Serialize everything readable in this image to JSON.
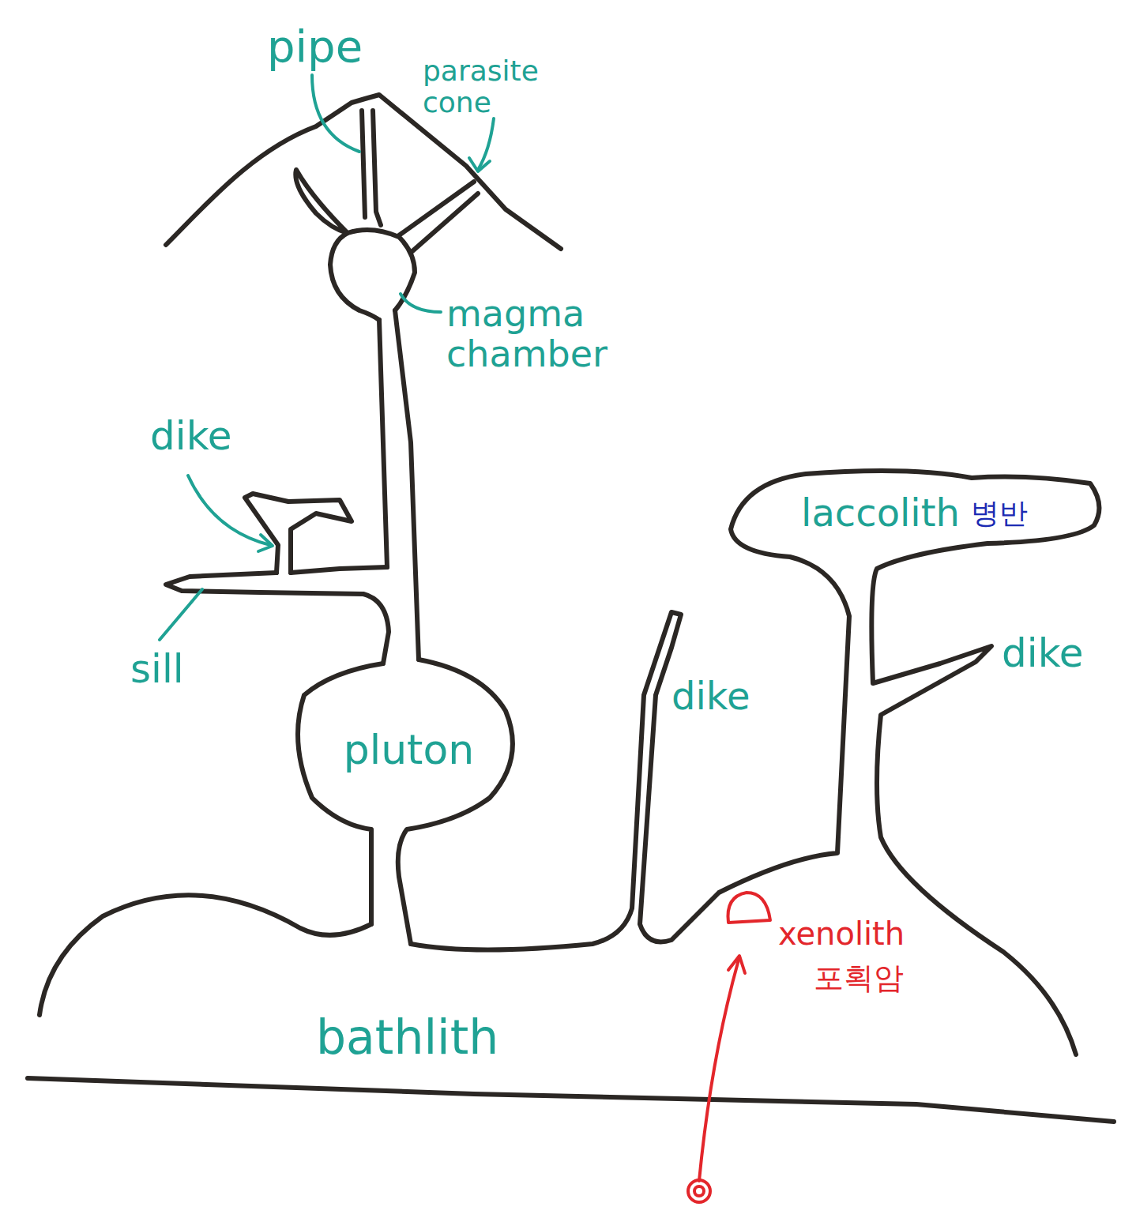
{
  "diagram": {
    "nodes": [
      {
        "text": [
          "bathlith"
        ]
      },
      {
        "text": [
          "pluton"
        ]
      },
      {
        "text": [
          "laccolith",
          "병반"
        ]
      }
    ],
    "labels": [
      "pipe",
      "parasite cone",
      "magma chamber",
      "dike",
      "sill",
      "dike",
      "dike",
      "xenolith",
      "포획암"
    ]
  }
}
